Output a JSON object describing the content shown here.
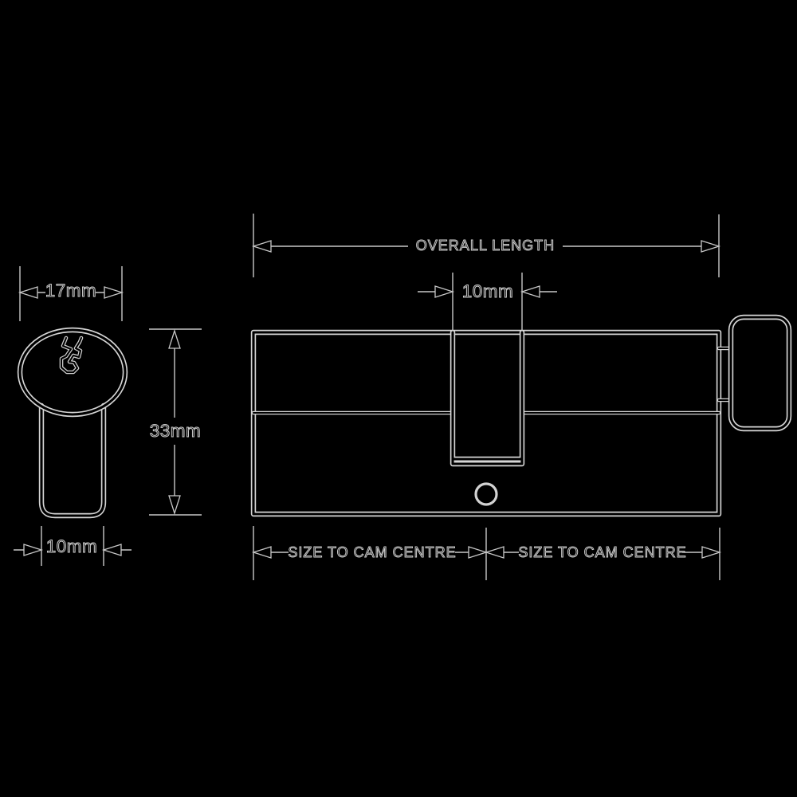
{
  "colors": {
    "background": "#000000",
    "line_ink": "#d6d6d6",
    "dim_ink": "#c8c8c8"
  },
  "front_view": {
    "width_label": "17mm",
    "height_label": "33mm",
    "body_width_label": "10mm"
  },
  "side_view": {
    "overall_length_label": "OVERALL LENGTH",
    "cam_width_label": "10mm",
    "left_size_label": "SIZE TO CAM CENTRE",
    "right_size_label": "SIZE TO CAM CENTRE"
  }
}
